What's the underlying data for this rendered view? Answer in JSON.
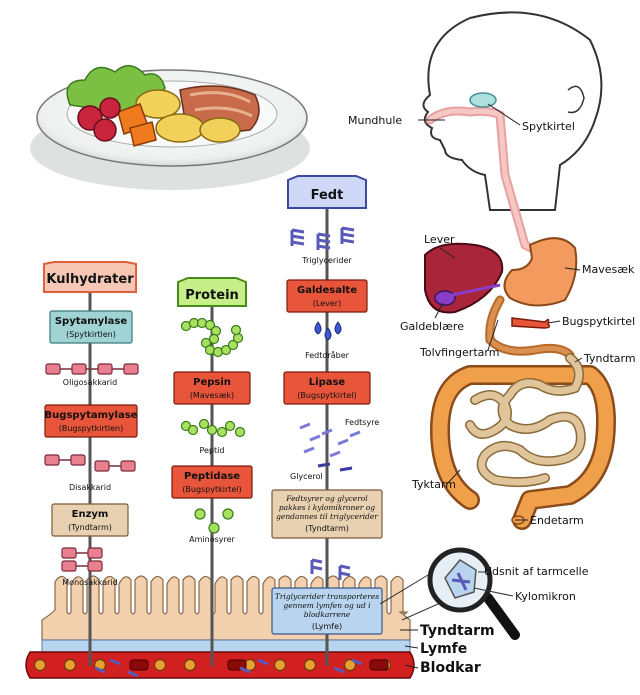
{
  "columns": {
    "carb": {
      "title": "Kulhydrater",
      "step1_name": "Spytamylase",
      "step1_src": "(Spytkirtlen)",
      "prod1": "Oligosakkarid",
      "step2_name": "Bugspytamylase",
      "step2_src": "(Bugspytkirtlen)",
      "prod2": "Disakkarid",
      "step3_name": "Enzym",
      "step3_src": "(Tyndtarm)",
      "prod3": "Monosakkarid"
    },
    "protein": {
      "title": "Protein",
      "step1_name": "Pepsin",
      "step1_src": "(Mavesæk)",
      "prod1": "Peptid",
      "step2_name": "Peptidase",
      "step2_src": "(Bugspytkirtel)",
      "prod2": "Aminosyrer"
    },
    "fat": {
      "title": "Fedt",
      "prod0": "Triglycerider",
      "step1_name": "Galdesalte",
      "step1_src": "(Lever)",
      "prod1": "Fedtdråber",
      "step2_name": "Lipase",
      "step2_src": "(Bugspytkirtel)",
      "prod2a": "Fedtsyre",
      "prod2b": "Glycerol",
      "box3_line1": "Fedtsyrer og glycerol",
      "box3_line2": "pakkes i kylomikroner og",
      "box3_line3": "gendannes til triglycerider",
      "box3_src": "(Tyndtarm)",
      "box4_line1": "Triglycerider transporteres",
      "box4_line2": "gennem lymfen og ud i",
      "box4_line3": "blodkarrene",
      "box4_src": "(Lymfe)"
    }
  },
  "anatomy": {
    "mundhule": "Mundhule",
    "spytkirtel": "Spytkirtel",
    "lever": "Lever",
    "mavesaek": "Mavesæk",
    "galdeblaere": "Galdeblære",
    "bugspytkirtel": "Bugspytkirtel",
    "tolvfingertarm": "Tolvfingertarm",
    "tyndtarm": "Tyndtarm",
    "tyktarm": "Tyktarm",
    "endetarm": "Endetarm"
  },
  "bottom": {
    "tyndtarm": "Tyndtarm",
    "lymfe": "Lymfe",
    "blodkar": "Blodkar",
    "udsnit": "Udsnit af tarmcelle",
    "kylomikron": "Kylomikron"
  },
  "colors": {
    "title_fill": "#f6c7b4",
    "title_stroke": "#e0603a",
    "protein_fill": "#c6ef8a",
    "fat_fill": "#cfd8f6",
    "enzyme_blue": "#9fd3d4",
    "enzyme_red": "#e8553a",
    "enzyme_tan": "#e7d1b0",
    "lymph_fill": "#b8d4ee",
    "blood": "#d21f1f",
    "villi": "#f3d1ae"
  }
}
